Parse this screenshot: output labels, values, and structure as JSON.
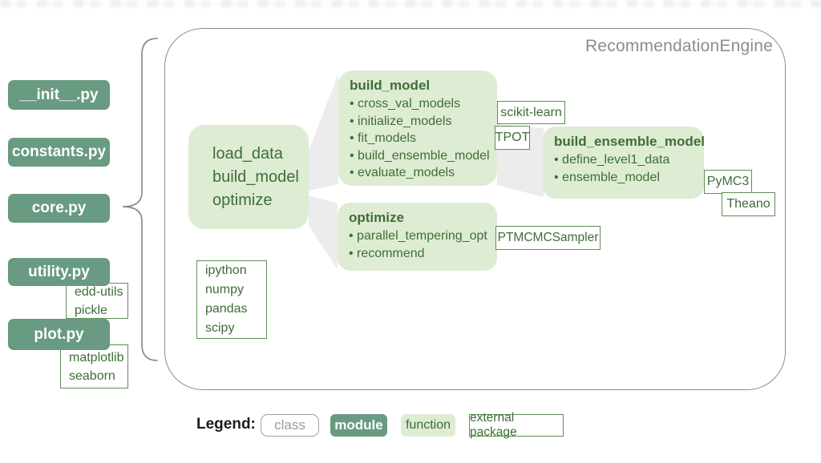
{
  "diagram": {
    "title": "RecommendationEngine",
    "modules": [
      {
        "label": "__init__.py"
      },
      {
        "label": "constants.py"
      },
      {
        "label": "core.py"
      },
      {
        "label": "utility.py"
      },
      {
        "label": "plot.py"
      }
    ],
    "class_methods": {
      "lines": [
        "load_data",
        "build_model",
        "optimize"
      ]
    },
    "functions": [
      {
        "title": "build_model",
        "bullets": [
          "cross_val_models",
          "initialize_models",
          "fit_models",
          "build_ensemble_model",
          "evaluate_models"
        ]
      },
      {
        "title": "optimize",
        "bullets": [
          "parallel_tempering_opt",
          "recommend"
        ]
      },
      {
        "title": "build_ensemble_model",
        "bullets": [
          "define_level1_data",
          "ensemble_model"
        ]
      }
    ],
    "external_packages": {
      "scikit": "scikit-learn",
      "tpot": "TPOT",
      "ptmcmc": "PTMCMCSampler",
      "pymc3": "PyMC3",
      "theano": "Theano",
      "core_group": [
        "ipython",
        "numpy",
        "pandas",
        "scipy"
      ],
      "utility_group": [
        "edd-utils",
        "pickle"
      ],
      "plot_group": [
        "matplotlib",
        "seaborn"
      ]
    }
  },
  "legend": {
    "label": "Legend:",
    "items": [
      {
        "label": "class"
      },
      {
        "label": "module"
      },
      {
        "label": "function"
      },
      {
        "label": "external package"
      }
    ]
  },
  "colors": {
    "module_green": "#689b81",
    "function_green": "#deecd3",
    "text_green": "#3f6d38",
    "border_green": "#5e8f55",
    "gray": "#8c8c8c",
    "beam_gray": "#ececec"
  }
}
